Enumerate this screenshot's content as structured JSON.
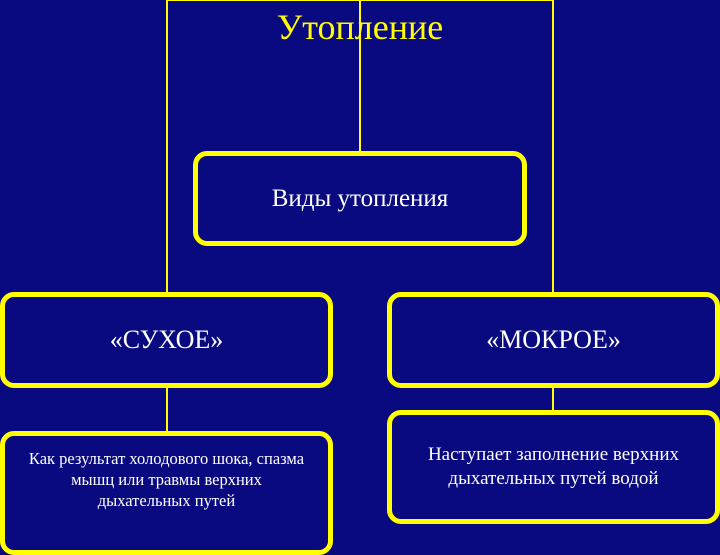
{
  "title": "Утопление",
  "root": {
    "label": "Виды утопления"
  },
  "categories": [
    {
      "label": "«СУХОЕ»",
      "description": "Как результат холодового шока, спазма мышц или травмы верхних дыхательных путей"
    },
    {
      "label": "«МОКРОЕ»",
      "description": "Наступает заполнение верхних дыхательных путей водой"
    }
  ],
  "colors": {
    "background": "#0a0a80",
    "border": "#ffff00",
    "title": "#ffff00",
    "text": "#ffffff"
  }
}
